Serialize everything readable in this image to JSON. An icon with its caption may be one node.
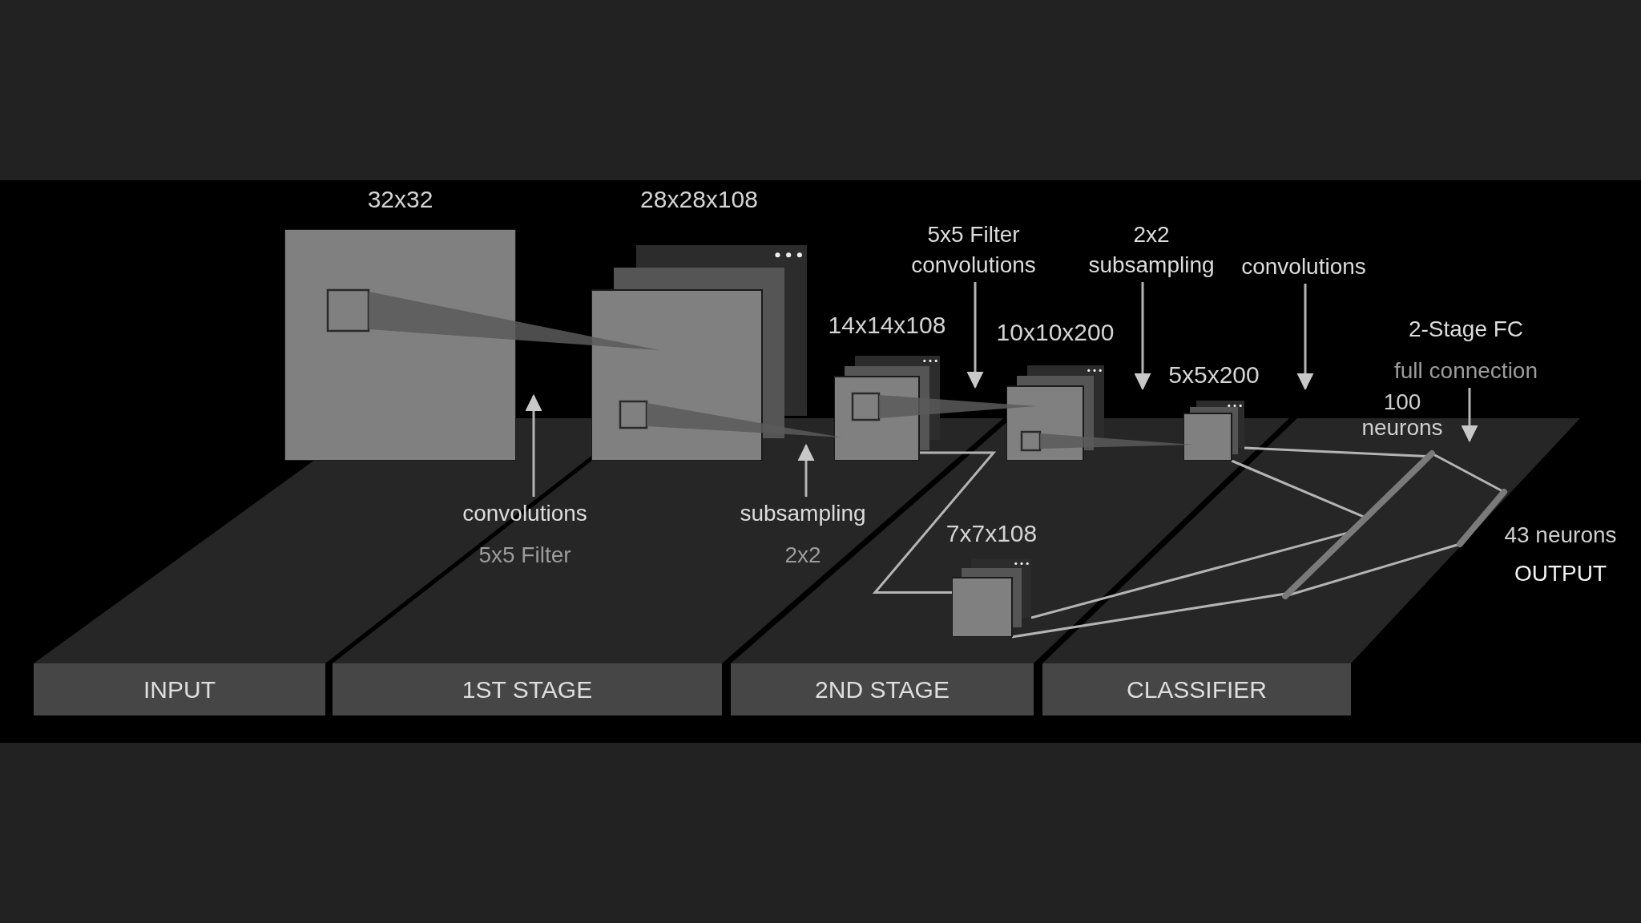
{
  "diagram": {
    "nodes": [
      {
        "text": [
          "32x32"
        ]
      },
      {
        "text": [
          "28x28x108"
        ]
      },
      {
        "text": [
          "14x14x108"
        ]
      },
      {
        "text": [
          "10x10x200"
        ]
      },
      {
        "text": [
          "5x5x200"
        ]
      },
      {
        "text": [
          "7x7x108"
        ]
      },
      {
        "text": [
          "100 neurons"
        ]
      },
      {
        "text": [
          "43 neurons",
          "OUTPUT"
        ]
      },
      {
        "text": [
          "convolutions",
          "5x5 Filter"
        ]
      },
      {
        "text": [
          "subsampling",
          "2x2"
        ]
      },
      {
        "text": [
          "5x5 Filter convolutions"
        ]
      },
      {
        "text": [
          "2x2 subsampling"
        ]
      },
      {
        "text": [
          "convolutions"
        ]
      },
      {
        "text": [
          "2-Stage FC",
          "full connection"
        ]
      },
      {
        "text": [
          "INPUT"
        ]
      },
      {
        "text": [
          "1ST STAGE"
        ]
      },
      {
        "text": [
          "2ND STAGE"
        ]
      },
      {
        "text": [
          "CLASSIFIER"
        ]
      }
    ],
    "edges": [
      {
        "from": 2,
        "to": 5,
        "arrow": "none"
      },
      {
        "from": 4,
        "to": 6,
        "arrow": "none"
      },
      {
        "from": 4,
        "to": 6,
        "arrow": "none"
      },
      {
        "from": 5,
        "to": 6,
        "arrow": "none"
      },
      {
        "from": 5,
        "to": 6,
        "arrow": "none"
      },
      {
        "from": 6,
        "to": 7,
        "arrow": "none"
      },
      {
        "from": 6,
        "to": 7,
        "arrow": "none"
      },
      {
        "from": 8,
        "to": 0,
        "arrow": "to"
      },
      {
        "from": 9,
        "to": 1,
        "arrow": "to"
      },
      {
        "from": 10,
        "to": 3,
        "arrow": "to"
      },
      {
        "from": 11,
        "to": 4,
        "arrow": "to"
      },
      {
        "from": 12,
        "to": 6,
        "arrow": "to"
      },
      {
        "from": 13,
        "to": 6,
        "arrow": "to"
      }
    ]
  }
}
